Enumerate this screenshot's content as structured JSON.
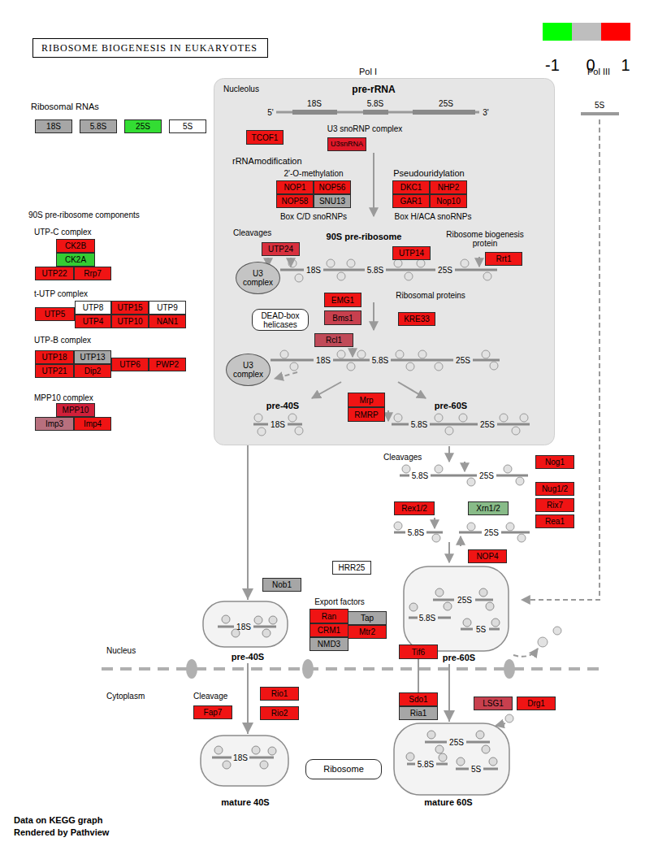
{
  "diagram": {
    "title": "RIBOSOME BIOGENESIS IN EUKARYOTES",
    "nodes": [
      {
        "text": [
          "18S"
        ]
      },
      {
        "text": [
          "5.8S"
        ]
      },
      {
        "text": [
          "25S"
        ]
      },
      {
        "text": [
          "5S"
        ]
      },
      {
        "text": [
          "Nucleolus"
        ]
      },
      {
        "text": [
          "TCOF1"
        ],
        "in": 4
      },
      {
        "text": [
          "U3snRNA"
        ],
        "in": 4
      },
      {
        "text": [
          "NOP1"
        ],
        "in": 4
      },
      {
        "text": [
          "NOP56"
        ],
        "in": 4
      },
      {
        "text": [
          "NOP58"
        ],
        "in": 4
      },
      {
        "text": [
          "SNU13"
        ],
        "in": 4
      },
      {
        "text": [
          "DKC1"
        ],
        "in": 4
      },
      {
        "text": [
          "NHP2"
        ],
        "in": 4
      },
      {
        "text": [
          "GAR1"
        ],
        "in": 4
      },
      {
        "text": [
          "Nop10"
        ],
        "in": 4
      },
      {
        "text": [
          "UTP24"
        ],
        "in": 4
      },
      {
        "text": [
          "UTP14"
        ],
        "in": 4
      },
      {
        "text": [
          "Rrt1"
        ],
        "in": 4
      },
      {
        "text": [
          "U3 complex"
        ],
        "in": 4
      },
      {
        "text": [
          "EMG1"
        ],
        "in": 4
      },
      {
        "text": [
          "Bms1"
        ],
        "in": 4
      },
      {
        "text": [
          "KRE33"
        ],
        "in": 4
      },
      {
        "text": [
          "DEAD-box helicases"
        ],
        "in": 4
      },
      {
        "text": [
          "Rcl1"
        ],
        "in": 4
      },
      {
        "text": [
          "U3 complex"
        ],
        "in": 4
      },
      {
        "text": [
          "Mrp"
        ],
        "in": 4
      },
      {
        "text": [
          "RMRP"
        ],
        "in": 4
      },
      {
        "text": [
          "CK2B"
        ]
      },
      {
        "text": [
          "CK2A"
        ]
      },
      {
        "text": [
          "UTP22"
        ]
      },
      {
        "text": [
          "Rrp7"
        ]
      },
      {
        "text": [
          "UTP5"
        ]
      },
      {
        "text": [
          "UTP8"
        ]
      },
      {
        "text": [
          "UTP15"
        ]
      },
      {
        "text": [
          "UTP9"
        ]
      },
      {
        "text": [
          "UTP4"
        ]
      },
      {
        "text": [
          "UTP10"
        ]
      },
      {
        "text": [
          "NAN1"
        ]
      },
      {
        "text": [
          "UTP18"
        ]
      },
      {
        "text": [
          "UTP13"
        ]
      },
      {
        "text": [
          "UTP6"
        ]
      },
      {
        "text": [
          "PWP2"
        ]
      },
      {
        "text": [
          "UTP21"
        ]
      },
      {
        "text": [
          "Dip2"
        ]
      },
      {
        "text": [
          "MPP10"
        ]
      },
      {
        "text": [
          "Imp3"
        ]
      },
      {
        "text": [
          "Imp4"
        ]
      },
      {
        "text": [
          "Nog1"
        ]
      },
      {
        "text": [
          "Nug1/2"
        ]
      },
      {
        "text": [
          "Rix7"
        ]
      },
      {
        "text": [
          "Rea1"
        ]
      },
      {
        "text": [
          "Rex1/2"
        ]
      },
      {
        "text": [
          "Xrn1/2"
        ]
      },
      {
        "text": [
          "NOP4"
        ]
      },
      {
        "text": [
          "HRR25"
        ]
      },
      {
        "text": [
          "Nob1"
        ]
      },
      {
        "text": [
          "18S",
          "pre-40S"
        ]
      },
      {
        "text": [
          "25S",
          "5.8S",
          "5S",
          "pre-60S"
        ]
      },
      {
        "text": [
          "Ran"
        ]
      },
      {
        "text": [
          "Tap"
        ]
      },
      {
        "text": [
          "CRM1"
        ]
      },
      {
        "text": [
          "Mtr2"
        ]
      },
      {
        "text": [
          "NMD3"
        ]
      },
      {
        "text": [
          "Tif6"
        ]
      },
      {
        "text": [
          "Sdo1"
        ]
      },
      {
        "text": [
          "Ria1"
        ]
      },
      {
        "text": [
          "Rio1"
        ]
      },
      {
        "text": [
          "Rio2"
        ]
      },
      {
        "text": [
          "Fap7"
        ]
      },
      {
        "text": [
          "LSG1"
        ]
      },
      {
        "text": [
          "Drg1"
        ]
      },
      {
        "text": [
          "18S",
          "mature 40S"
        ]
      },
      {
        "text": [
          "Ribosome"
        ]
      },
      {
        "text": [
          "25S",
          "5.8S",
          "5S",
          "mature 60S"
        ]
      }
    ],
    "edges": [
      {
        "from": 4,
        "to": 56,
        "arrow": "to"
      },
      {
        "from": 56,
        "to": 71,
        "arrow": "to"
      },
      {
        "from": 57,
        "to": 73,
        "arrow": "to"
      },
      {
        "from": 63,
        "to": 64,
        "arrow": "none"
      }
    ],
    "labels": [
      "Pol I",
      "Pol III",
      "Ribosomal RNAs",
      "pre-rRNA",
      "5'",
      "18S",
      "5.8S",
      "25S",
      "3'",
      "5S",
      "U3 snoRNP complex",
      "rRNAmodification",
      "2'-O-methylation",
      "Box C/D snoRNPs",
      "Pseudouridylation",
      "Box H/ACA snoRNPs",
      "90S pre-ribosome components",
      "UTP-C complex",
      "Cleavages",
      "90S pre-ribosome",
      "Ribosome biogenesis protein",
      "18S",
      "5.8S",
      "25S",
      "t-UTP complex",
      "Ribosomal proteins",
      "UTP-B complex",
      "18S",
      "5.8S",
      "25S",
      "MPP10 complex",
      "pre-40S",
      "pre-60S",
      "18S",
      "5.8S",
      "25S",
      "Cleavages",
      "5.8S",
      "25S",
      "5.8S",
      "25S",
      "Export factors",
      "Nucleus",
      "Cytoplasm",
      "Cleavage",
      "Data on KEGG graph",
      "Rendered by Pathview"
    ],
    "legend": [
      {
        "text": "-1",
        "color": "#00ff00"
      },
      {
        "text": "0",
        "color": "#bebebe"
      },
      {
        "text": "1",
        "color": "#ff0000"
      }
    ]
  }
}
